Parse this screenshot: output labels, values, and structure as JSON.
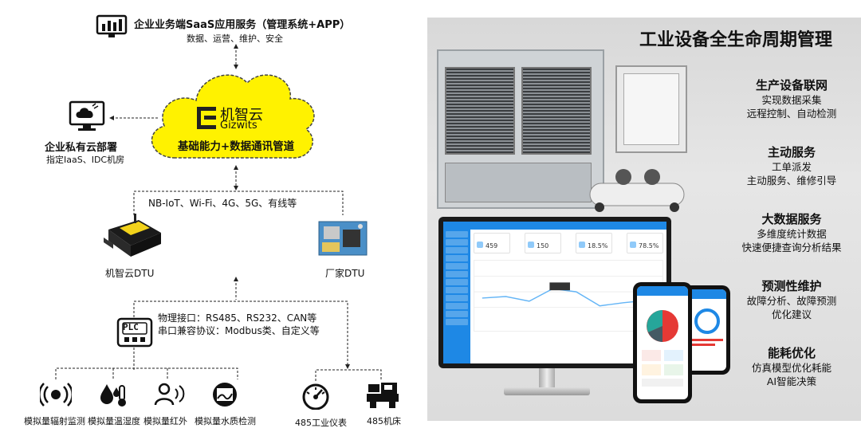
{
  "diagram": {
    "saas_title": "企业业务端SaaS应用服务（管理系统+APP）",
    "saas_sub": "数据、运营、维护、安全",
    "cloud_brand_cn": "机智云",
    "cloud_brand_en": "Gizwits",
    "cloud_text": "基础能力+数据通讯管道",
    "private_title": "企业私有云部署",
    "private_sub": "指定IaaS、IDC机房",
    "network_label": "NB-IoT、Wi-Fi、4G、5G、有线等",
    "dtu1_label": "机智云DTU",
    "dtu2_label": "厂家DTU",
    "plc_text": "PLC",
    "plc_line1": "物理接口：RS485、RS232、CAN等",
    "plc_line2": "串口兼容协议：Modbus类、自定义等",
    "sensors": [
      "模拟量辐射监测",
      "模拟量温湿度",
      "模拟量红外",
      "模拟量水质检测"
    ],
    "meter_label": "485工业仪表",
    "machine_label": "485机床"
  },
  "panel": {
    "title": "工业设备全生命周期管理",
    "features": [
      {
        "title": "生产设备联网",
        "lines": [
          "实现数据采集",
          "远程控制、自动检测"
        ]
      },
      {
        "title": "主动服务",
        "lines": [
          "工单派发",
          "主动服务、维修引导"
        ]
      },
      {
        "title": "大数据服务",
        "lines": [
          "多维度统计数据",
          "快速便捷查询分析结果"
        ]
      },
      {
        "title": "预测性维护",
        "lines": [
          "故障分析、故障预测",
          "优化建议"
        ]
      },
      {
        "title": "能耗优化",
        "lines": [
          "仿真模型优化耗能",
          "AI智能决策"
        ]
      }
    ],
    "dashboard": {
      "stats": [
        "459",
        "150",
        "18.5%",
        "78.5%"
      ]
    },
    "colors": {
      "accent": "#1e88e5",
      "cloud": "#fff200"
    }
  }
}
